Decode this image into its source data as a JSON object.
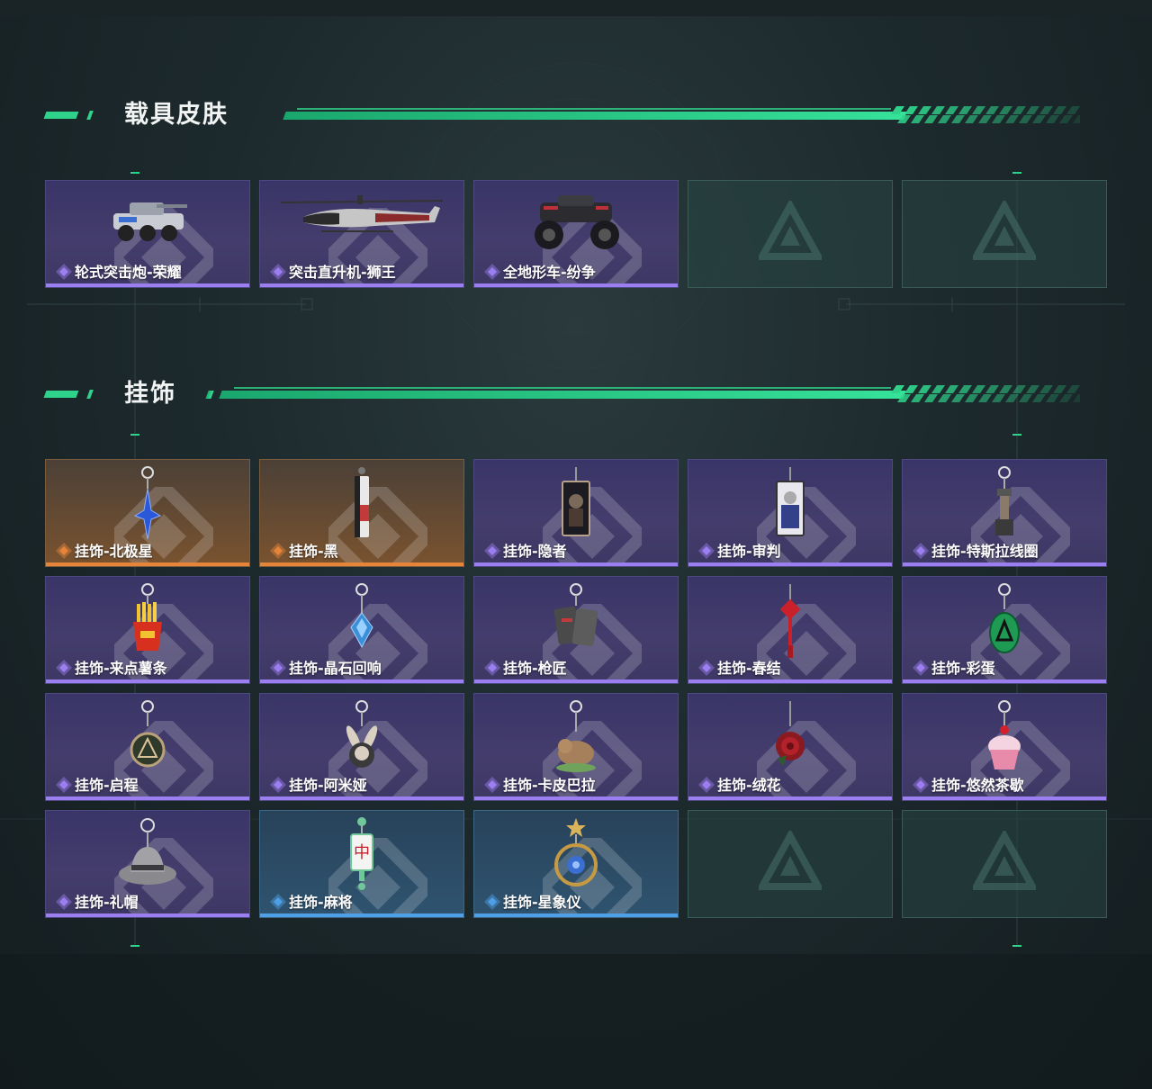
{
  "sections": [
    {
      "title": "载具皮肤"
    },
    {
      "title": "挂饰"
    }
  ],
  "vehicles": [
    {
      "label": "轮式突击炮-荣耀",
      "rarity": "purple",
      "icon": "armored-car-icon"
    },
    {
      "label": "突击直升机-狮王",
      "rarity": "purple",
      "icon": "helicopter-icon"
    },
    {
      "label": "全地形车-纷争",
      "rarity": "purple",
      "icon": "atv-icon"
    },
    {
      "label": "",
      "rarity": "empty",
      "icon": "emblem-icon"
    },
    {
      "label": "",
      "rarity": "empty",
      "icon": "emblem-icon"
    }
  ],
  "charms": [
    {
      "label": "挂饰-北极星",
      "rarity": "orange",
      "icon": "north-star-charm-icon"
    },
    {
      "label": "挂饰-黑",
      "rarity": "orange",
      "icon": "black-tag-charm-icon"
    },
    {
      "label": "挂饰-隐者",
      "rarity": "purple",
      "icon": "hermit-card-charm-icon"
    },
    {
      "label": "挂饰-审判",
      "rarity": "purple",
      "icon": "judgement-card-charm-icon"
    },
    {
      "label": "挂饰-特斯拉线圈",
      "rarity": "purple",
      "icon": "tesla-coil-charm-icon"
    },
    {
      "label": "挂饰-来点薯条",
      "rarity": "purple",
      "icon": "fries-charm-icon"
    },
    {
      "label": "挂饰-晶石回响",
      "rarity": "purple",
      "icon": "crystal-charm-icon"
    },
    {
      "label": "挂饰-枪匠",
      "rarity": "purple",
      "icon": "gunsmith-charm-icon"
    },
    {
      "label": "挂饰-春结",
      "rarity": "purple",
      "icon": "chinese-knot-charm-icon"
    },
    {
      "label": "挂饰-彩蛋",
      "rarity": "purple",
      "icon": "egg-charm-icon"
    },
    {
      "label": "挂饰-启程",
      "rarity": "purple",
      "icon": "compass-medal-charm-icon"
    },
    {
      "label": "挂饰-阿米娅",
      "rarity": "purple",
      "icon": "rabbit-charm-icon"
    },
    {
      "label": "挂饰-卡皮巴拉",
      "rarity": "purple",
      "icon": "capybara-charm-icon"
    },
    {
      "label": "挂饰-绒花",
      "rarity": "purple",
      "icon": "rose-charm-icon"
    },
    {
      "label": "挂饰-悠然茶歇",
      "rarity": "purple",
      "icon": "cupcake-charm-icon"
    },
    {
      "label": "挂饰-礼帽",
      "rarity": "purple",
      "icon": "fedora-charm-icon"
    },
    {
      "label": "挂饰-麻将",
      "rarity": "blue",
      "icon": "mahjong-charm-icon"
    },
    {
      "label": "挂饰-星象仪",
      "rarity": "blue",
      "icon": "astrolabe-charm-icon"
    },
    {
      "label": "",
      "rarity": "empty",
      "icon": "emblem-icon"
    },
    {
      "label": "",
      "rarity": "empty",
      "icon": "emblem-icon"
    }
  ],
  "colors": {
    "accent": "#2fd28a",
    "purple": "#9b7ef0",
    "orange": "#e6843a",
    "blue": "#4e9fe6"
  }
}
